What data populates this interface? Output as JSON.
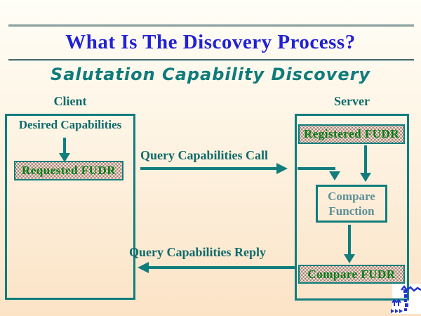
{
  "slide": {
    "title": "What Is The Discovery Process?",
    "subtitle": "Salutation Capability Discovery"
  },
  "client": {
    "label": "Client",
    "desired_capabilities": "Desired Capabilities",
    "requested_fudr": "Requested FUDR"
  },
  "server": {
    "label": "Server",
    "registered_fudr": "Registered FUDR",
    "compare_function_line1": "Compare",
    "compare_function_line2": "Function",
    "compare_fudr": "Compare FUDR"
  },
  "arrows": {
    "call_label": "Query Capabilities Call",
    "reply_label": "Query Capabilities Reply"
  },
  "colors": {
    "teal_border": "#117d7d",
    "label_teal": "#0e6b6b",
    "title_blue": "#2121d6",
    "fudr_green": "#007d16",
    "muted_teal": "#5d8f96",
    "dither_brown": "#9c6b53",
    "logo_blue": "#2233cc"
  }
}
